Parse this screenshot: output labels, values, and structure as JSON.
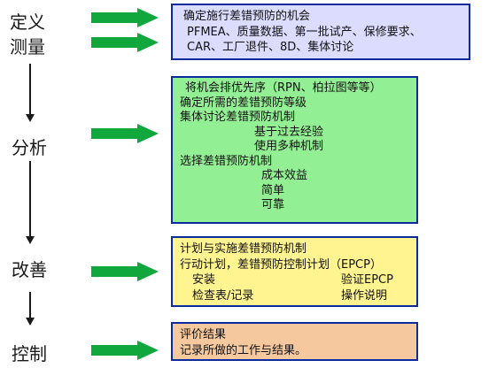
{
  "stages": {
    "define": "定义",
    "measure": "测量",
    "analyze": "分析",
    "improve": "改善",
    "control": "控制"
  },
  "boxes": {
    "define": {
      "lines": [
        "确定施行差错预防的机会",
        "PFMEA、质量数据、第一批试产、保修要求、",
        "CAR、工厂退件、8D、集体讨论"
      ]
    },
    "analyze": {
      "lines": [
        "将机会排优先序（RPN、柏拉图等等）",
        "确定所需的差错预防等级",
        "集体讨论差错预防机制"
      ],
      "sub1": [
        "基于过去经验",
        "使用多种机制"
      ],
      "line4": "选择差错预防机制",
      "sub2": [
        "成本效益",
        "简单",
        "可靠"
      ]
    },
    "improve": {
      "lines": [
        "计划与实施差错预防机制",
        "行动计划，差错预防控制计划（EPCP）"
      ],
      "row3": [
        "安装",
        "验证EPCP"
      ],
      "row4": [
        "检查表/记录",
        "操作说明"
      ]
    },
    "control": {
      "lines": [
        "评价结果",
        "记录所做的工作与结果。"
      ]
    }
  },
  "colors": {
    "arrow": "#10a83c",
    "border": "#0a2aa0",
    "define_bg": "#dcdcff",
    "analyze_bg": "#93ef93",
    "improve_bg": "#fff48f",
    "control_bg": "#f6c89e"
  }
}
